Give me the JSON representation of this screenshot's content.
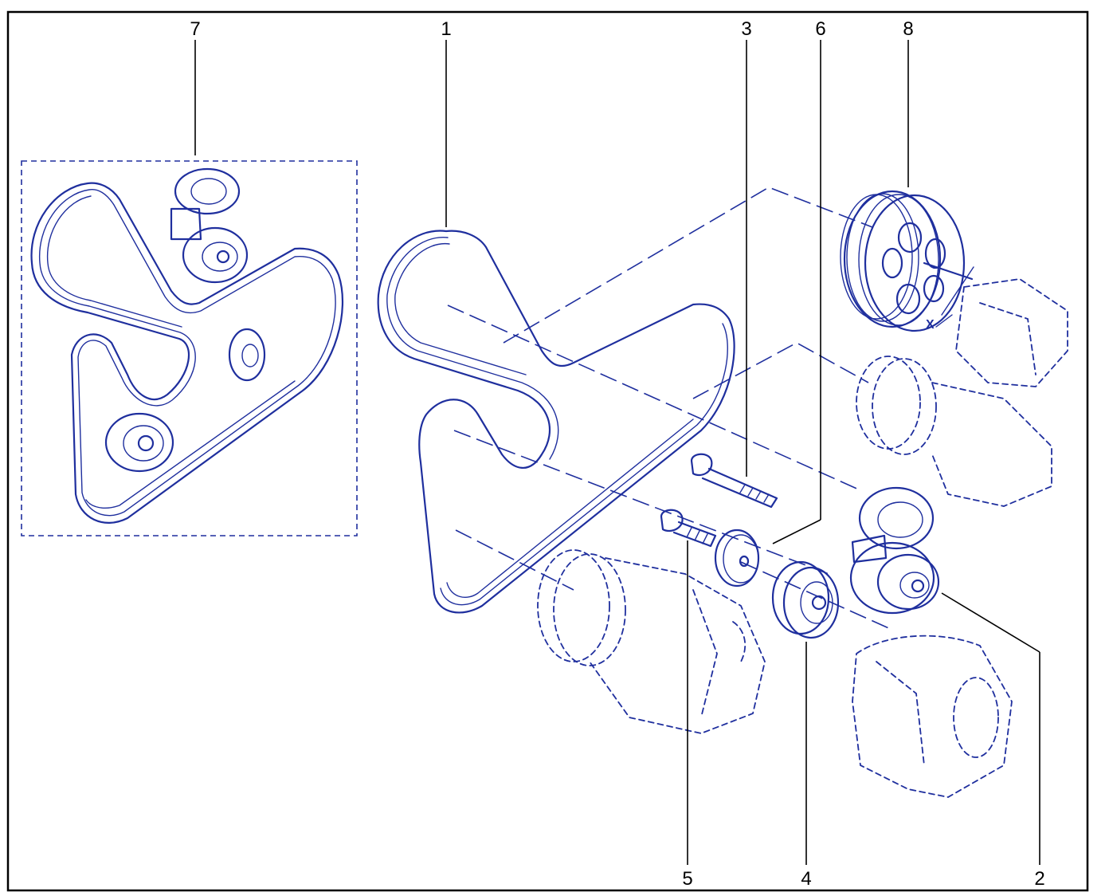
{
  "colors": {
    "ink": "#1f2f9e",
    "frame": "#000000",
    "background": "#ffffff"
  },
  "callouts": {
    "c1": "1",
    "c2": "2",
    "c3": "3",
    "c4": "4",
    "c5": "5",
    "c6": "6",
    "c7": "7",
    "c8": "8"
  },
  "dimension_label": "X"
}
